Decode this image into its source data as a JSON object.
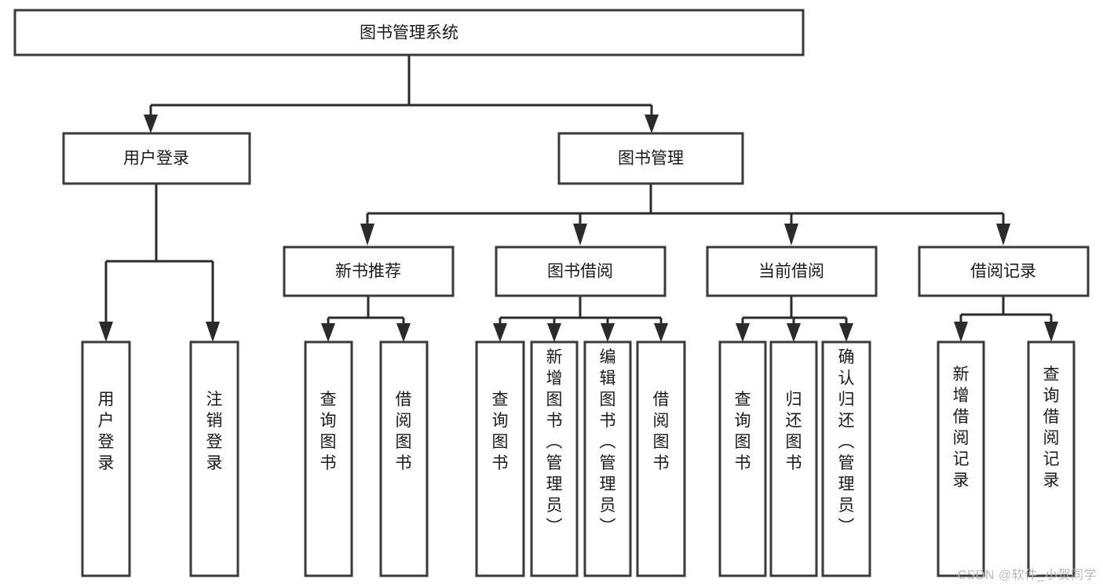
{
  "diagram": {
    "type": "hierarchy-tree",
    "title": "图书管理系统",
    "colors": {
      "box_stroke": "#3a3a3a",
      "box_fill": "#ffffff",
      "connector": "#2b2b2b",
      "text": "#1a1a1a",
      "watermark": "#b9b9b9",
      "background": "#ffffff"
    },
    "root": {
      "label": "图书管理系统"
    },
    "level1": [
      {
        "id": "user-login",
        "label": "用户登录"
      },
      {
        "id": "book-management",
        "label": "图书管理"
      }
    ],
    "level2": [
      {
        "id": "new-book-recommend",
        "label": "新书推荐",
        "parent": "book-management"
      },
      {
        "id": "book-borrow",
        "label": "图书借阅",
        "parent": "book-management"
      },
      {
        "id": "current-borrow",
        "label": "当前借阅",
        "parent": "book-management"
      },
      {
        "id": "borrow-record",
        "label": "借阅记录",
        "parent": "book-management"
      }
    ],
    "leaves": {
      "user-login": [
        {
          "id": "leaf-user-login",
          "label": "用户登录"
        },
        {
          "id": "leaf-logout-login",
          "label": "注销登录"
        }
      ],
      "new-book-recommend": [
        {
          "id": "leaf-query-book-1",
          "label": "查询图书"
        },
        {
          "id": "leaf-borrow-book-1",
          "label": "借阅图书"
        }
      ],
      "book-borrow": [
        {
          "id": "leaf-query-book-2",
          "label": "查询图书"
        },
        {
          "id": "leaf-add-book",
          "label": "新增图书（管理员）"
        },
        {
          "id": "leaf-edit-book",
          "label": "编辑图书（管理员）"
        },
        {
          "id": "leaf-borrow-book-2",
          "label": "借阅图书"
        }
      ],
      "current-borrow": [
        {
          "id": "leaf-query-book-3",
          "label": "查询图书"
        },
        {
          "id": "leaf-return-book",
          "label": "归还图书"
        },
        {
          "id": "leaf-confirm-return",
          "label": "确认归还（管理员）"
        }
      ],
      "borrow-record": [
        {
          "id": "leaf-add-record",
          "label": "新增借阅记录"
        },
        {
          "id": "leaf-query-record",
          "label": "查询借阅记录"
        }
      ]
    }
  },
  "watermark": {
    "text": "CSDN @软件_小贺同学"
  }
}
